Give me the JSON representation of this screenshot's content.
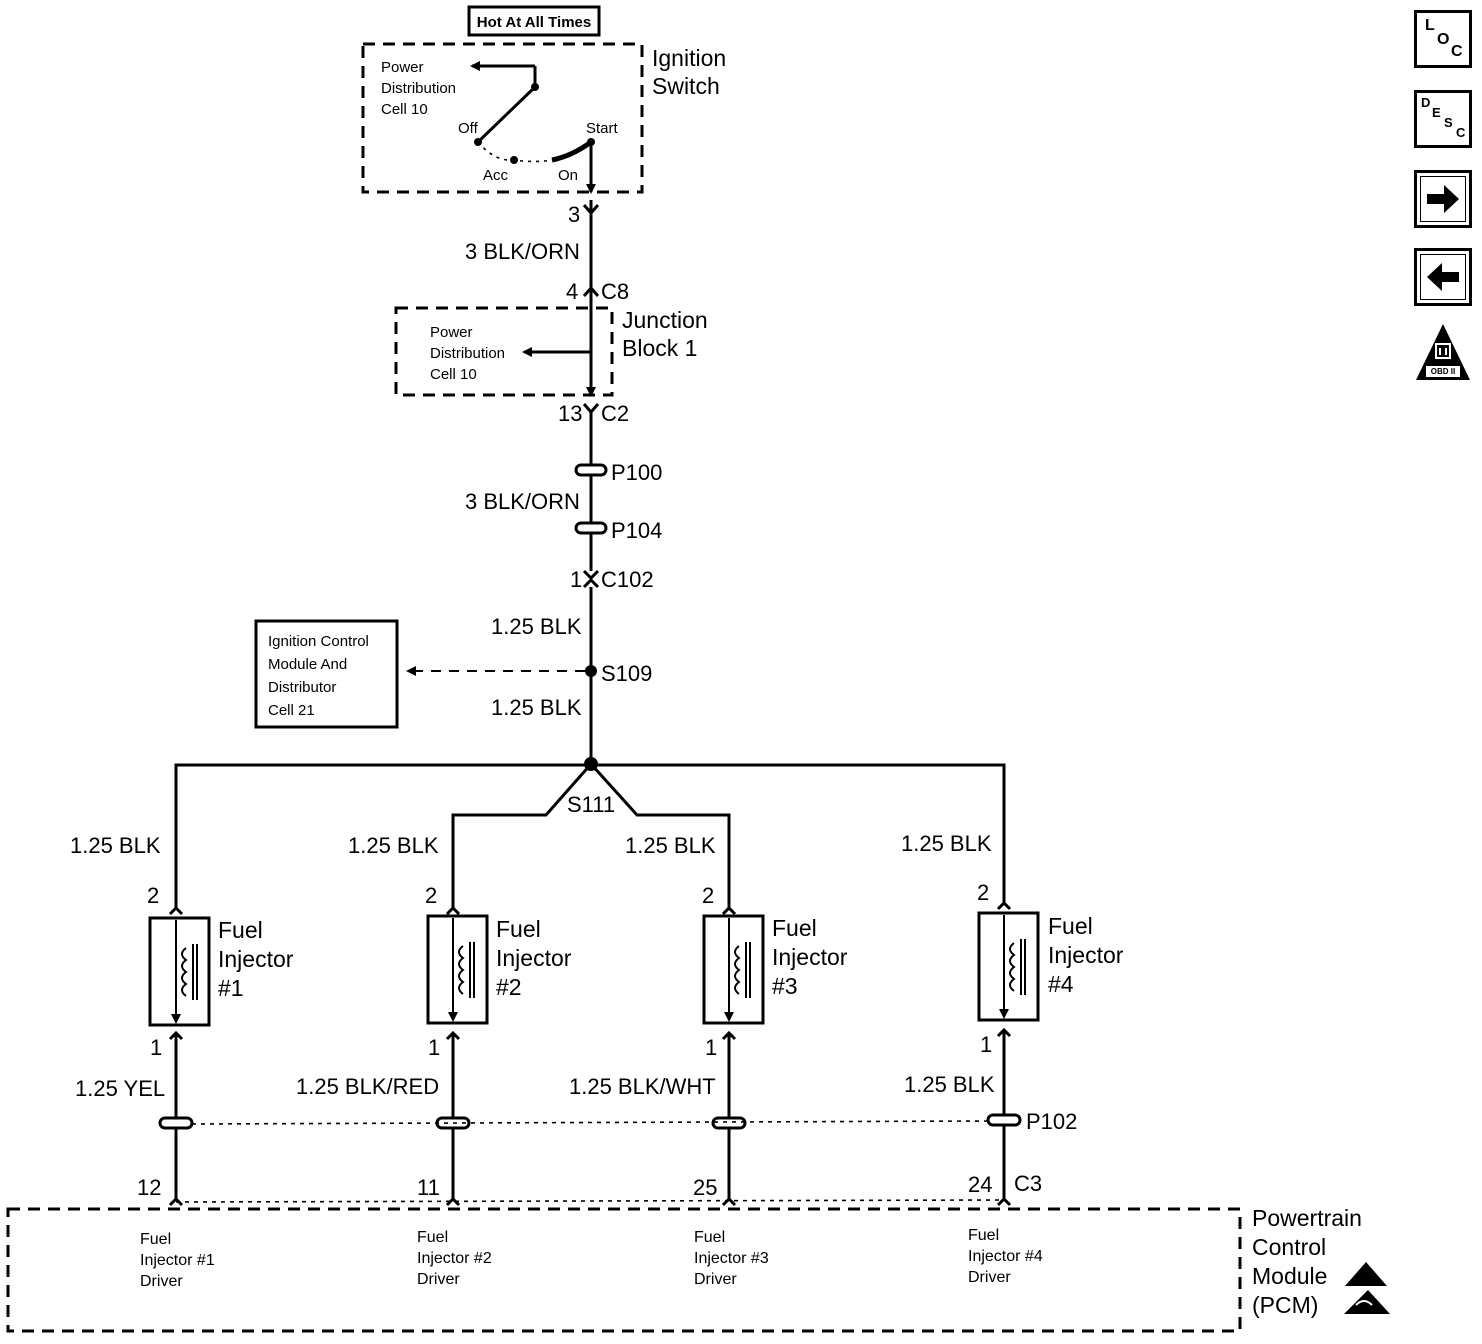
{
  "header": {
    "hot_label": "Hot At All Times"
  },
  "ignition_switch": {
    "title_1": "Ignition",
    "title_2": "Switch",
    "cell_line1": "Power",
    "cell_line2": "Distribution",
    "cell_line3": "Cell 10",
    "pos_off": "Off",
    "pos_acc": "Acc",
    "pos_on": "On",
    "pos_start": "Start"
  },
  "junction_block": {
    "title_1": "Junction",
    "title_2": "Block 1",
    "cell_line1": "Power",
    "cell_line2": "Distribution",
    "cell_line3": "Cell 10"
  },
  "wires": {
    "pin_3": "3",
    "wire_3blkorn_a": "3 BLK/ORN",
    "pin_4": "4",
    "conn_c8": "C8",
    "pin_13": "13",
    "conn_c2": "C2",
    "p100": "P100",
    "wire_3blkorn_b": "3 BLK/ORN",
    "p104": "P104",
    "pin_1": "1",
    "conn_c102": "C102",
    "wire_125blk_a": "1.25 BLK",
    "s109": "S109",
    "wire_125blk_b": "1.25 BLK",
    "s111": "S111"
  },
  "icm_box": {
    "line1": "Ignition Control",
    "line2": "Module And",
    "line3": "Distributor",
    "line4": "Cell 21"
  },
  "injectors": [
    {
      "upper_wire": "1.25 BLK",
      "pin_top": "2",
      "name_1": "Fuel",
      "name_2": "Injector",
      "name_3": "#1",
      "pin_bottom": "1",
      "lower_wire": "1.25 YEL",
      "pcm_pin": "12",
      "driver_1": "Fuel",
      "driver_2": "Injector #1",
      "driver_3": "Driver"
    },
    {
      "upper_wire": "1.25 BLK",
      "pin_top": "2",
      "name_1": "Fuel",
      "name_2": "Injector",
      "name_3": "#2",
      "pin_bottom": "1",
      "lower_wire": "1.25 BLK/RED",
      "pcm_pin": "11",
      "driver_1": "Fuel",
      "driver_2": "Injector #2",
      "driver_3": "Driver"
    },
    {
      "upper_wire": "1.25 BLK",
      "pin_top": "2",
      "name_1": "Fuel",
      "name_2": "Injector",
      "name_3": "#3",
      "pin_bottom": "1",
      "lower_wire": "1.25 BLK/WHT",
      "pcm_pin": "25",
      "driver_1": "Fuel",
      "driver_2": "Injector #3",
      "driver_3": "Driver"
    },
    {
      "upper_wire": "1.25 BLK",
      "pin_top": "2",
      "name_1": "Fuel",
      "name_2": "Injector",
      "name_3": "#4",
      "pin_bottom": "1",
      "lower_wire": "1.25 BLK",
      "pcm_pin": "24",
      "driver_1": "Fuel",
      "driver_2": "Injector #4",
      "driver_3": "Driver"
    }
  ],
  "p102": "P102",
  "conn_c3": "C3",
  "pcm": {
    "line1": "Powertrain",
    "line2": "Control",
    "line3": "Module",
    "line4": "(PCM)"
  },
  "nav": {
    "loc_l": "L",
    "loc_o": "O",
    "loc_c": "C",
    "desc_d": "D",
    "desc_e": "E",
    "desc_s": "S",
    "desc_c": "C",
    "obd_label": "OBD II",
    "forward_icon": "arrow-right-icon",
    "back_icon": "arrow-left-icon"
  }
}
